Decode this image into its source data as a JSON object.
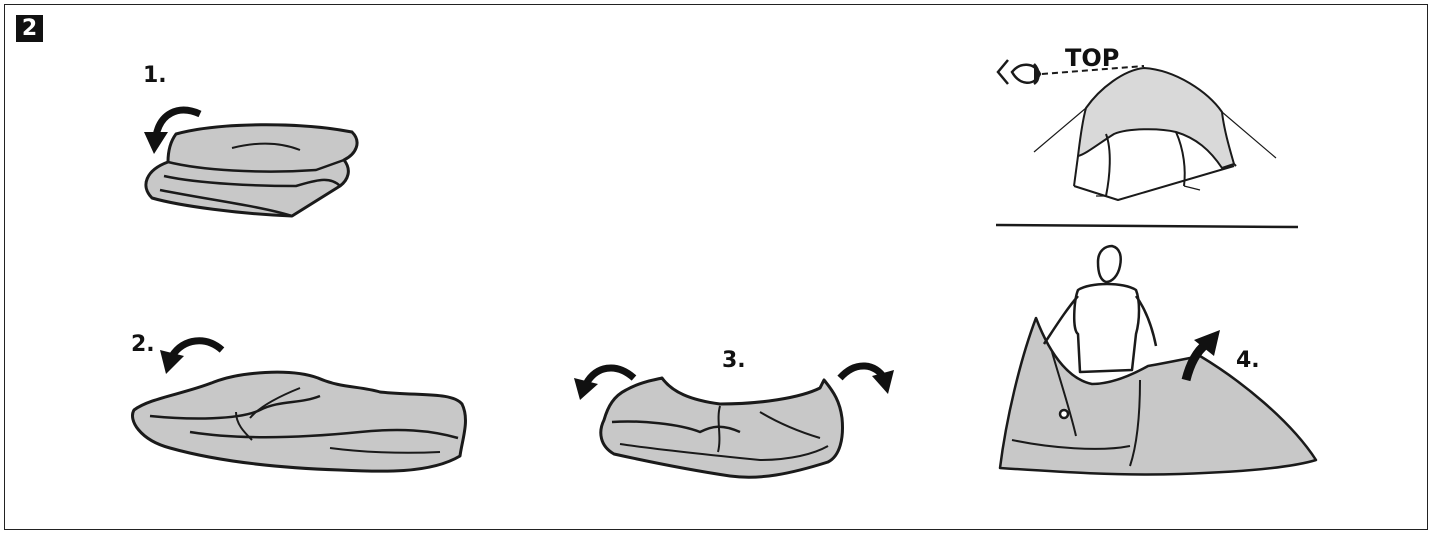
{
  "section_badge": "2",
  "steps": [
    {
      "label": "1."
    },
    {
      "label": "2."
    },
    {
      "label": "3."
    },
    {
      "label": "4."
    }
  ],
  "top_label": "TOP",
  "colors": {
    "fabric": "#c8c8c8",
    "line": "#1a1a1a",
    "badge_bg": "#111111"
  }
}
